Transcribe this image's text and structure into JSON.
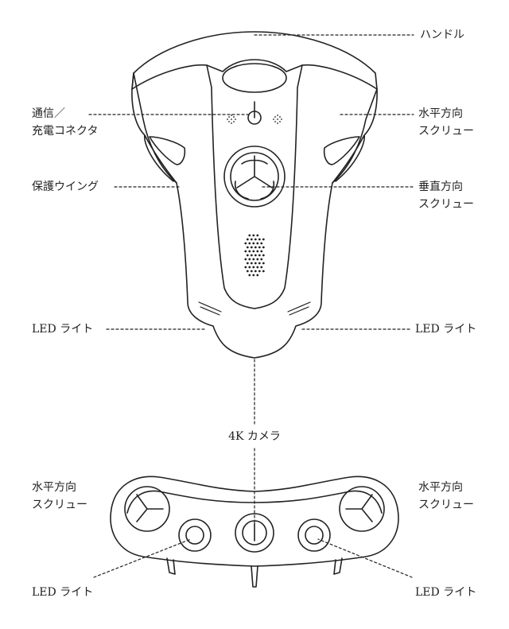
{
  "colors": {
    "line": "#222222",
    "background": "#ffffff"
  },
  "labels": {
    "handle": "ハンドル",
    "comm_connector": "通信／\n充電コネクタ",
    "horizontal_screw_top": "水平方向\nスクリュー",
    "protect_wing": "保護ウイング",
    "vertical_screw": "垂直方向\nスクリュー",
    "led_left_top": "LED ライト",
    "led_right_top": "LED ライト",
    "camera": "4K カメラ",
    "horizontal_screw_left": "水平方向\nスクリュー",
    "horizontal_screw_right": "水平方向\nスクリュー",
    "led_left_bottom": "LED ライト",
    "led_right_bottom": "LED ライト"
  }
}
